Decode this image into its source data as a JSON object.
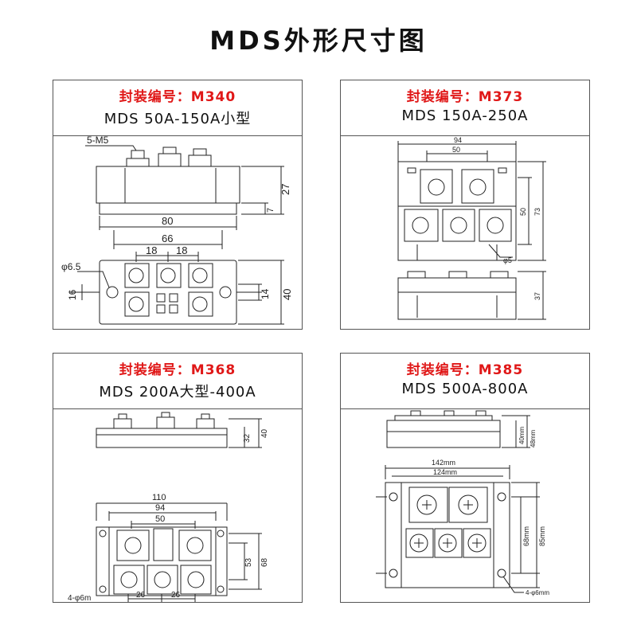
{
  "page_title": "MDS外形尺寸图",
  "panels": [
    {
      "code": "封装编号：M340",
      "model": "MDS 50A-150A小型",
      "dims": {
        "screw": "5-M5",
        "h27": "27",
        "h7": "7",
        "w80": "80",
        "w66": "66",
        "w18a": "18",
        "w18b": "18",
        "hole": "φ6.5",
        "v16": "16",
        "v14": "14",
        "v40": "40"
      }
    },
    {
      "code": "封装编号：M373",
      "model": "MDS 150A-250A",
      "dims": {
        "w94": "94",
        "w50": "50",
        "v50": "50",
        "v73": "73",
        "hole": "φ5",
        "v37": "37"
      }
    },
    {
      "code": "封装编号：M368",
      "model": "MDS 200A大型-400A",
      "dims": {
        "v32": "32",
        "v40": "40",
        "w110": "110",
        "w94": "94",
        "w50": "50",
        "v53": "53",
        "v68": "68",
        "holes": "4-φ6m",
        "w26a": "26",
        "w26b": "26"
      }
    },
    {
      "code": "封装编号：M385",
      "model": "MDS 500A-800A",
      "dims": {
        "v40": "40mm",
        "v48": "48mm",
        "w142": "142mm",
        "w124": "124mm",
        "v68": "68mm",
        "v85": "85mm",
        "holes": "4-φ6mm"
      }
    }
  ]
}
